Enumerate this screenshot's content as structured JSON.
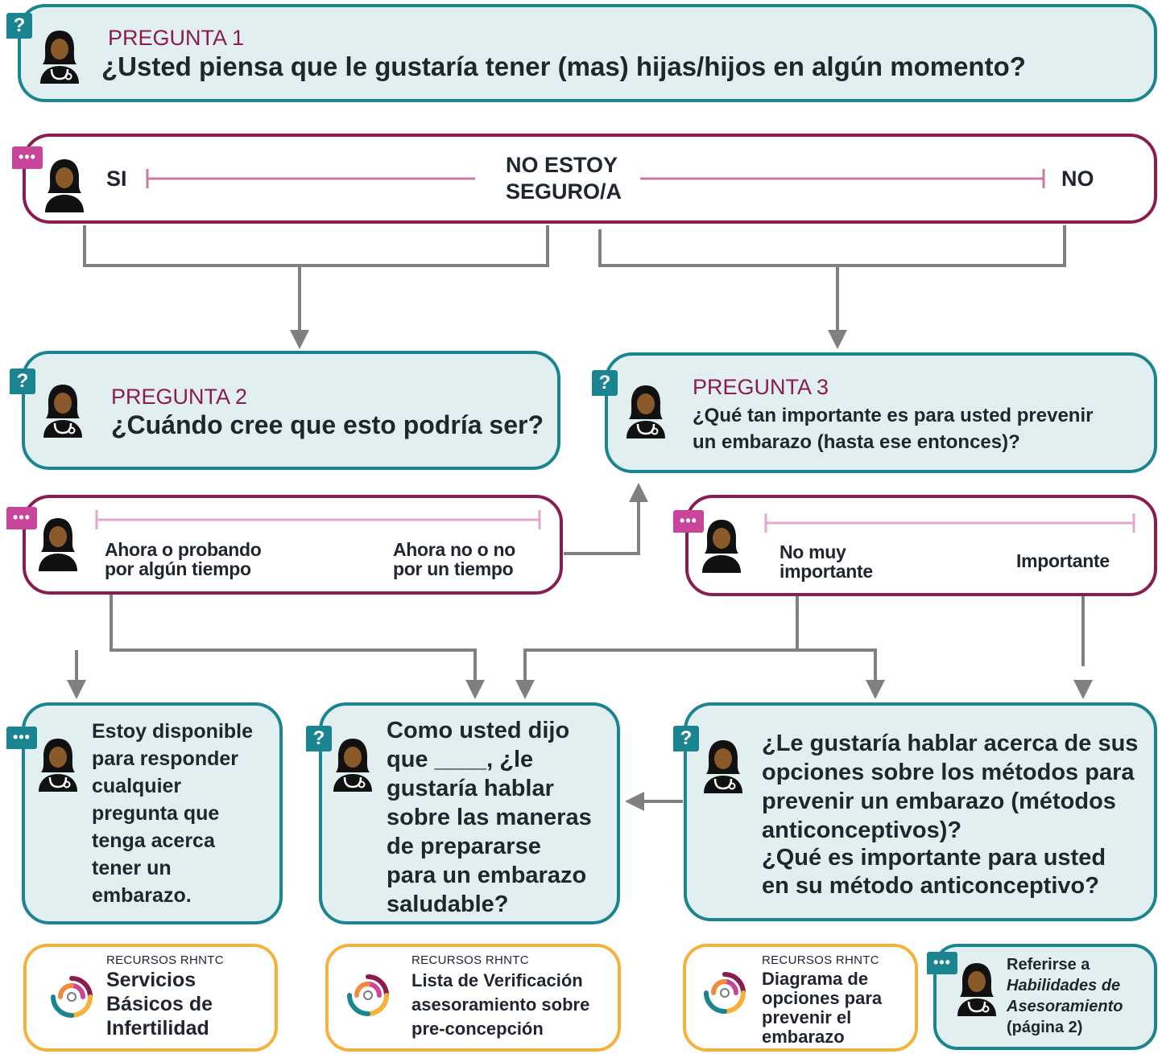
{
  "q1": {
    "label": "PREGUNTA 1",
    "text": "¿Usted piensa que le gustaría tener (mas) hijas/hijos en algún momento?"
  },
  "a1": {
    "left": "SI",
    "middle_line1": "NO ESTOY",
    "middle_line2": "SEGURO/A",
    "right": "NO"
  },
  "q2": {
    "label": "PREGUNTA 2",
    "text": "¿Cuándo cree que esto podría ser?"
  },
  "q3": {
    "label": "PREGUNTA 3",
    "text_line1": "¿Qué tan importante es para usted prevenir",
    "text_line2": "un embarazo (hasta ese entonces)?"
  },
  "a2": {
    "left_line1": "Ahora o probando",
    "left_line2": "por algún tiempo",
    "right_line1": "Ahora no o no",
    "right_line2": "por un tiempo"
  },
  "a3": {
    "left_line1": "No muy",
    "left_line2": "importante",
    "right": "Importante"
  },
  "box1": {
    "lines": [
      "Estoy disponible",
      "para responder",
      "cualquier",
      "pregunta que",
      "tenga acerca",
      "tener un",
      "embarazo."
    ]
  },
  "box2": {
    "lines": [
      "Como usted dijo",
      "que ____, ¿le",
      "gustaría hablar",
      "sobre las maneras",
      "de prepararse",
      "para un embarazo",
      "saludable?"
    ]
  },
  "box3": {
    "lines": [
      "¿Le gustaría hablar acerca de sus",
      "opciones sobre los métodos para",
      "prevenir un embarazo (métodos",
      "anticonceptivos)?",
      "¿Qué es importante para usted",
      "en su método anticonceptivo?"
    ]
  },
  "res1": {
    "tag": "RECURSOS RHNTC",
    "lines": [
      "Servicios",
      "Básicos de",
      "Infertilidad"
    ]
  },
  "res2": {
    "tag": "RECURSOS RHNTC",
    "lines": [
      "Lista de Verificación",
      "asesoramiento sobre",
      "pre-concepción"
    ]
  },
  "res3": {
    "tag": "RECURSOS RHNTC",
    "lines": [
      "Diagrama de",
      "opciones para",
      "prevenir el",
      "embarazo"
    ]
  },
  "ref": {
    "line1": "Referirse a",
    "line2": "Habilidades de",
    "line3": "Asesoramiento",
    "line4": "(página 2)"
  },
  "badges": {
    "question": "?",
    "speech": "•••"
  },
  "colors": {
    "teal": "#1a8591",
    "teal_fill": "#e2eff0",
    "maroon": "#8a1c4f",
    "pink_line": "#c87ba0",
    "light_pink_line": "#e3a6cf",
    "orange": "#f6b13b",
    "gray_arrow": "#7f7f7f",
    "badge_pink": "#c8459a"
  }
}
